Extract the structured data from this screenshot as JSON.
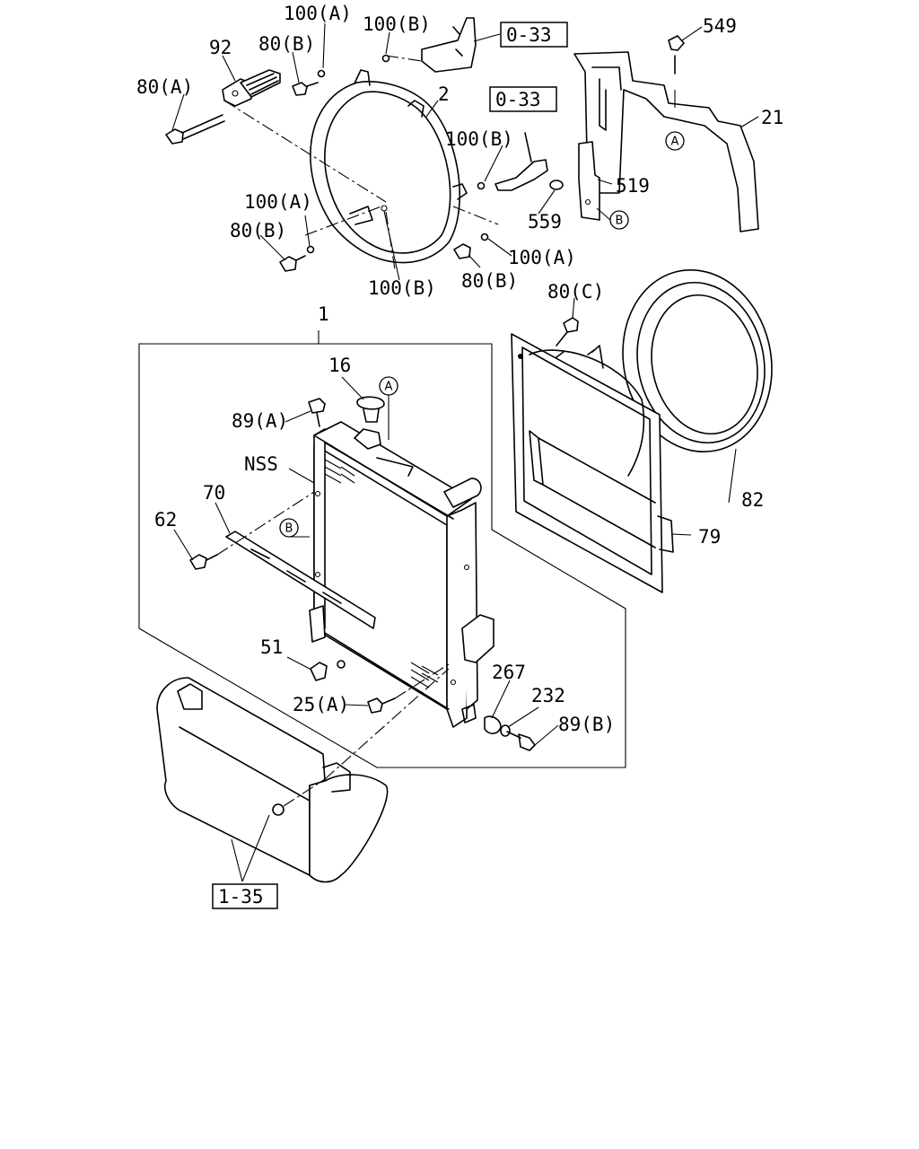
{
  "labels": {
    "p100A_top": "100(A)",
    "p92": "92",
    "p80B_top": "80(B)",
    "p80A": "80(A)",
    "p100B_top": "100(B)",
    "ref033_top": "0-33",
    "p549": "549",
    "p2": "2",
    "ref033_mid": "0-33",
    "p21": "21",
    "p100B_mid": "100(B)",
    "p519": "519",
    "p100A_left": "100(A)",
    "p559": "559",
    "p80B_left": "80(B)",
    "p100A_right": "100(A)",
    "p100B_bottom": "100(B)",
    "p80B_bottom": "80(B)",
    "p80C": "80(C)",
    "p1": "1",
    "p16": "16",
    "p89A": "89(A)",
    "pNSS": "NSS",
    "p70": "70",
    "p62": "62",
    "p82": "82",
    "p79": "79",
    "p51": "51",
    "p267": "267",
    "p232": "232",
    "p25A": "25(A)",
    "p89B": "89(B)",
    "ref135": "1-35"
  },
  "markers": {
    "A": "A",
    "B": "B"
  }
}
